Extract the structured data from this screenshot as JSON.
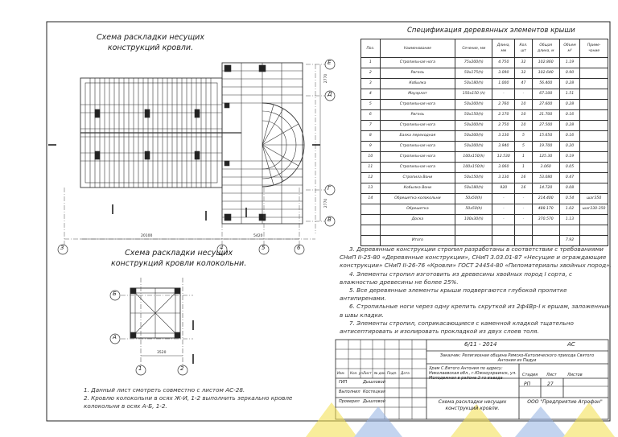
{
  "headings": {
    "roof_scheme": [
      "Схема раскладки несущих",
      "конструкций кровли."
    ],
    "belfry_scheme": [
      "Схема раскладки несущих",
      "конструкций кровли колокольни."
    ]
  },
  "spec": {
    "title": "Спецификация деревянных элементов крыши",
    "columns": [
      "Поз.",
      "Наименование",
      "Сечение, мм",
      "Длина, мм",
      "Кол. шт",
      "Общая длина, м",
      "Объем м³",
      "Приме-чание"
    ],
    "rows": [
      [
        "1",
        "Стропильная нога",
        "75х200(h)",
        "4.750",
        "32",
        "102.860",
        "1.19",
        ""
      ],
      [
        "2",
        "Ригель",
        "50х175(h)",
        "3.090",
        "32",
        "102.640",
        "0.90",
        ""
      ],
      [
        "3",
        "Кобылка",
        "50х180(h)",
        "1.000",
        "47",
        "56.400",
        "0.28",
        ""
      ],
      [
        "4",
        "Мауэрлат",
        "150х150 (h)",
        "-",
        "-",
        "67.100",
        "1.51",
        ""
      ],
      [
        "5",
        "Стропильная нога",
        "50х200(h)",
        "2.760",
        "10",
        "27.600",
        "0.28",
        ""
      ],
      [
        "6",
        "Ригель",
        "50х150(h)",
        "2.170",
        "10",
        "21.700",
        "0.16",
        ""
      ],
      [
        "7",
        "Стропильная нога",
        "50х200(h)",
        "2.750",
        "10",
        "27.500",
        "0.28",
        ""
      ],
      [
        "8",
        "Балка переходная",
        "50х200(h)",
        "3.130",
        "5",
        "15.650",
        "0.16",
        ""
      ],
      [
        "9",
        "Стропильная нога",
        "50х200(h)",
        "3.940",
        "5",
        "19.700",
        "0.20",
        ""
      ],
      [
        "10",
        "Стропильная нога",
        "100х150(h)",
        "12.530",
        "1",
        "125.30",
        "0.19",
        ""
      ],
      [
        "11",
        "Стропильная нога",
        "100х150(h)",
        "3.060",
        "1",
        "3.060",
        "0.05",
        ""
      ],
      [
        "12",
        "Стропила Вони",
        "50х150(h)",
        "3.130",
        "16",
        "53.080",
        "0.47",
        ""
      ],
      [
        "13",
        "Кобылка Вони",
        "50х180(h)",
        "920",
        "16",
        "14.720",
        "0.08",
        ""
      ],
      [
        "14",
        "Обрешетка колокольни",
        "50х50(h)",
        "-",
        "-",
        "214.400",
        "0.54",
        "шаг350"
      ],
      [
        "",
        "Обрешетка",
        "50х50(h)",
        "-",
        "-",
        "488.170",
        "1.02",
        "шаг330-350"
      ],
      [
        "",
        "Доска",
        "100х30(h)",
        "-",
        "-",
        "370.570",
        "1.13",
        ""
      ],
      [
        "",
        "",
        "",
        "",
        "",
        "",
        "",
        ""
      ],
      [
        "",
        "Итого",
        "",
        "",
        "",
        "",
        "7.92",
        ""
      ]
    ]
  },
  "notes": [
    "3. Деревянные конструкции стропил разработаны в соответствии с требованиями СНиП II-25-80 «Деревянные конструкции», СНиП 3.03.01-87 «Несущие и ограждающие конструкции» СНиП II-26-76 «Кровли» ГОСТ 24454-80 «Пиломатериалы хвойных пород».",
    "4. Элементы стропил изготовить из древесины хвойных пород I сорта, с влажностью древесины не более 25%.",
    "5. Все деревянные элементы крыши подвергаются глубокой пропитке антипиренами.",
    "6. Стропильные ноги через одну крепить скруткой из 2ф4Вр-I к ершам, заложенным в швы кладки.",
    "7. Элементы стропил, соприкасающиеся с каменной кладкой тщательно антисептировать и изолировать прокладкой из двух слоев толя."
  ],
  "notes_left": [
    "1. Данный лист смотреть совместно с листом АС-28.",
    "2. Кровлю колокольни в осях Ж-И, 1-2 выполнить зеркально кровле колокольни в осях А-Б, 1-2."
  ],
  "stamp": {
    "doc_code": "6/11 - 2014",
    "section": "АС",
    "customer": "Заказчик: Религиозная община Римско-Католического прихода Святого Антония из Падуи",
    "object": "Храм С.Вятого Антония по адресу: Николаевская обл., г.Южноукраинск, ул. Молодежная в районе 2-го въезда",
    "sheet_title": "Схема раскладки несущих конструкций кровли.",
    "company": "ООО \"Предприятие Агрофон\"",
    "stage_label": "Стадия",
    "sheet_label": "Лист",
    "sheets_label": "Листов",
    "stage": "РП",
    "sheet": "27",
    "roles": [
      "ГИП",
      "Выполнил",
      "Проверил"
    ],
    "names": [
      "Дышловой",
      "Костецкая",
      "Дышловой"
    ],
    "col_headers": [
      "Изм.",
      "Кол. уч.",
      "Лист",
      "№ док.",
      "Подп.",
      "Дата"
    ]
  },
  "axis_labels": {
    "rows_right": [
      "Е",
      "Д",
      "Г",
      "В"
    ],
    "cols_bottom": [
      "3",
      "4",
      "5",
      "6"
    ],
    "belfry_rows": [
      "Б",
      "А"
    ],
    "belfry_cols": [
      "1",
      "2"
    ]
  },
  "dimensions": {
    "overall_bottom": "20100",
    "bottom_mid": "5420",
    "right_a": "2770",
    "right_b": "2770",
    "belfry": "3520"
  }
}
